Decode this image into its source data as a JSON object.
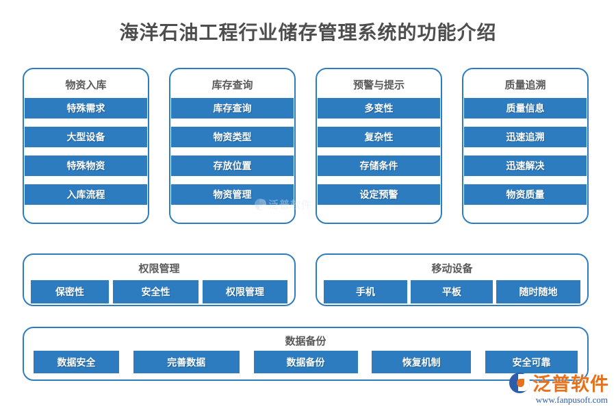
{
  "page": {
    "title": "海洋石油工程行业储存管理系统的功能介绍",
    "accent_color": "#2d7cc0",
    "title_color": "#4d4d4d",
    "card_border_color": "#2d7cc0",
    "background_color": "#ffffff"
  },
  "columns": [
    {
      "title": "物资入库",
      "items": [
        "特殊需求",
        "大型设备",
        "特殊物资",
        "入库流程"
      ]
    },
    {
      "title": "库存查询",
      "items": [
        "库存查询",
        "物资类型",
        "存放位置",
        "物资管理"
      ]
    },
    {
      "title": "预警与提示",
      "items": [
        "多变性",
        "复杂性",
        "存储条件",
        "设定预警"
      ]
    },
    {
      "title": "质量追溯",
      "items": [
        "质量信息",
        "迅速追溯",
        "迅速解决",
        "物资质量"
      ]
    }
  ],
  "middle_row": [
    {
      "title": "权限管理",
      "items": [
        "保密性",
        "安全性",
        "权限管理"
      ]
    },
    {
      "title": "移动设备",
      "items": [
        "手机",
        "平板",
        "随时随地"
      ]
    }
  ],
  "bottom_row": {
    "title": "数据备份",
    "items": [
      "数据安全",
      "完善数据",
      "数据备份",
      "恢复机制",
      "安全可靠"
    ]
  },
  "watermark": {
    "brand": "泛普软件",
    "url": "www.fanpusoft.com",
    "brand_color": "#e8701a",
    "url_color": "#2d5ca8",
    "icon": "fanpu-logo-icon"
  },
  "faint_watermark": {
    "brand": "泛普软件",
    "icon": "fanpu-logo-icon"
  }
}
